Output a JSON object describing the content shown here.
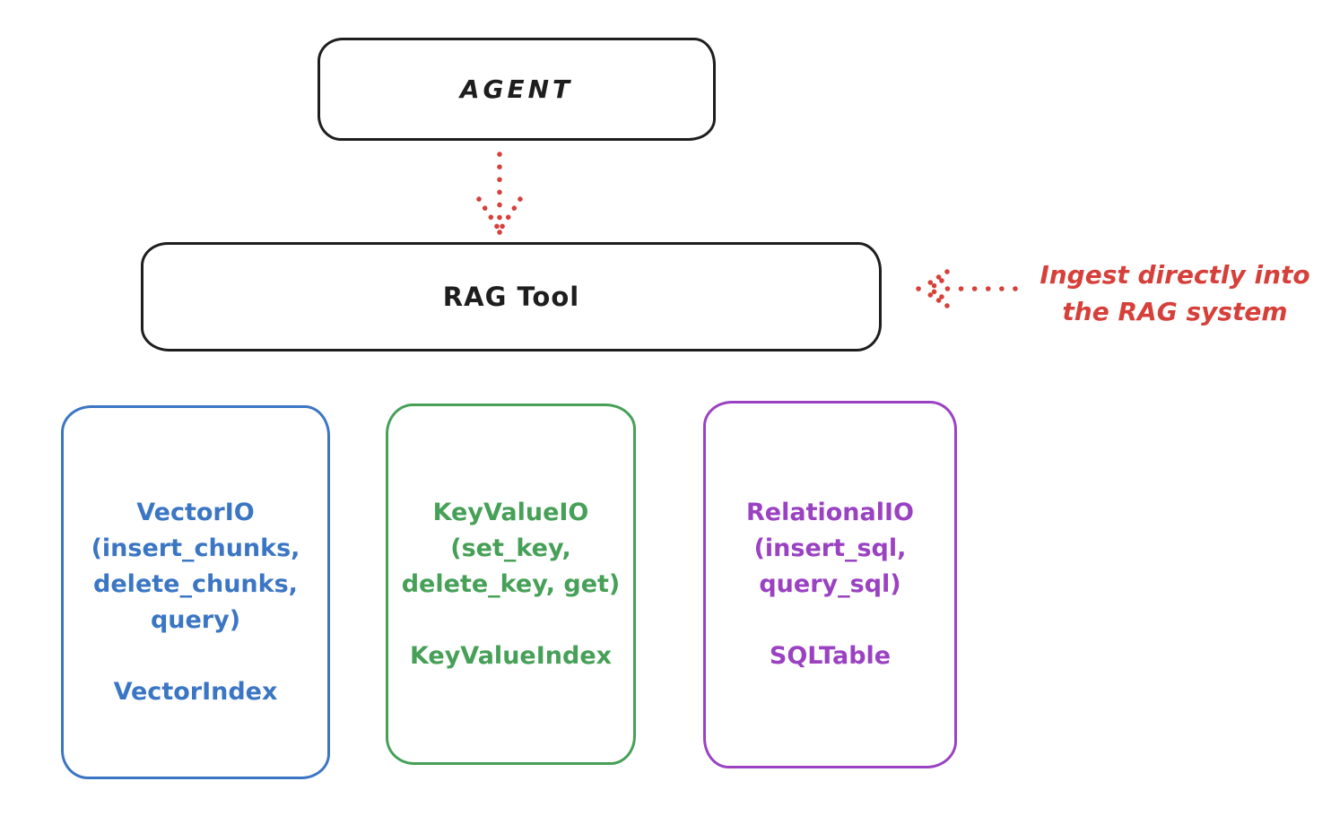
{
  "diagram": {
    "agent_box": {
      "label": "AGENT"
    },
    "rag_tool_box": {
      "label": "RAG Tool"
    },
    "annotation": {
      "text": "Ingest directly into\nthe RAG system"
    },
    "storage_boxes": [
      {
        "id": "vector-io",
        "body": "VectorIO\n(insert_chunks,\ndelete_chunks,\nquery)",
        "footer": "VectorIndex",
        "color": "#3b76c4"
      },
      {
        "id": "key-value-io",
        "body": "KeyValueIO\n(set_key,\ndelete_key, get)",
        "footer": "KeyValueIndex",
        "color": "#47a058"
      },
      {
        "id": "relational-io",
        "body": "RelationalIO\n(insert_sql,\nquery_sql)",
        "footer": "SQLTable",
        "color": "#9a42c2"
      }
    ],
    "arrows": [
      {
        "id": "agent-to-rag-tool",
        "style": "dotted",
        "color": "#d6403a"
      },
      {
        "id": "annotation-to-rag-tool",
        "style": "dotted",
        "color": "#d6403a"
      }
    ],
    "colors": {
      "ink": "#1e1e1e",
      "red": "#d6403a",
      "blue": "#3b76c4",
      "green": "#47a058",
      "purple": "#9a42c2",
      "background": "#ffffff"
    }
  }
}
